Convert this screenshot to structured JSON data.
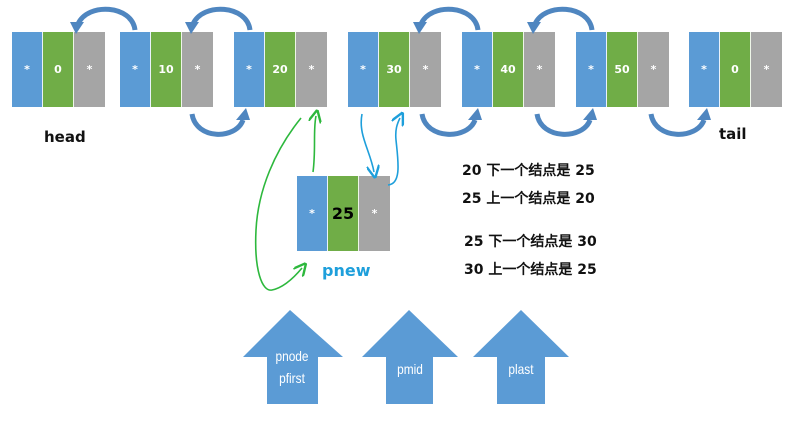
{
  "colors": {
    "prev_cell": "#5B9BD5",
    "value_cell": "#70AD47",
    "next_cell": "#A5A5A5",
    "link_arrow": "#4F86C0",
    "pointer_arrow": "#5B9BD5",
    "green_ink": "#2DB83D",
    "blue_ink": "#1E9FDB"
  },
  "nodes": [
    {
      "prev": "*",
      "value": "0",
      "next": "*"
    },
    {
      "prev": "*",
      "value": "10",
      "next": "*"
    },
    {
      "prev": "*",
      "value": "20",
      "next": "*"
    },
    {
      "prev": "*",
      "value": "30",
      "next": "*"
    },
    {
      "prev": "*",
      "value": "40",
      "next": "*"
    },
    {
      "prev": "*",
      "value": "50",
      "next": "*"
    },
    {
      "prev": "*",
      "value": "0",
      "next": "*"
    }
  ],
  "labels": {
    "head": "head",
    "tail": "tail",
    "pnew": "pnew"
  },
  "new_node": {
    "prev": "*",
    "value": "25",
    "next": "*"
  },
  "notes": [
    "20 下一个结点是 25",
    "25 上一个结点是 20",
    "25 下一个结点是 30",
    "30 上一个结点是 25"
  ],
  "pointers": [
    {
      "line1": "pnode",
      "line2": "pfirst"
    },
    {
      "line1": "pmid",
      "line2": ""
    },
    {
      "line1": "plast",
      "line2": ""
    }
  ]
}
